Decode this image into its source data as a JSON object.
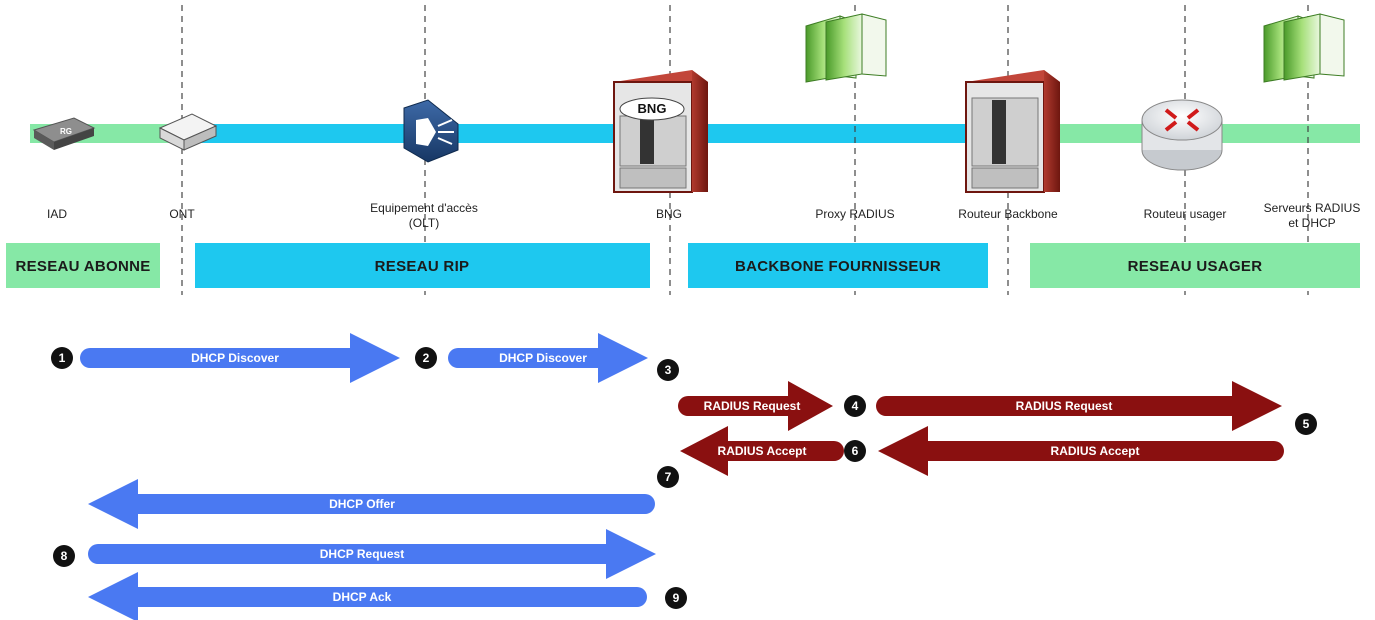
{
  "colors": {
    "green_line": "#86e8a6",
    "blue_line": "#1ec8ef",
    "blue_arrow": "#4a79f2",
    "red_arrow": "#8a1010",
    "zone_green": "#86e8a6",
    "zone_blue": "#1ec8ef",
    "step_circle": "#111111",
    "divider": "#444444"
  },
  "nodes": {
    "iad": "IAD",
    "ont": "ONT",
    "olt_line1": "Equipement d'accès",
    "olt_line2": "(OLT)",
    "bng": "BNG",
    "proxy_radius": "Proxy RADIUS",
    "routeur_backbone": "Routeur Backbone",
    "routeur_usager": "Routeur usager",
    "serveurs_line1": "Serveurs RADIUS",
    "serveurs_line2": "et DHCP",
    "bng_badge": "BNG",
    "iad_badge": "RG"
  },
  "zones": {
    "abonne": "RESEAU ABONNE",
    "rip": "RESEAU RIP",
    "backbone": "BACKBONE FOURNISSEUR",
    "usager": "RESEAU USAGER"
  },
  "steps": {
    "s1": "1",
    "s2": "2",
    "s3": "3",
    "s4": "4",
    "s5": "5",
    "s6": "6",
    "s7": "7",
    "s8": "8",
    "s9": "9"
  },
  "messages": {
    "dhcp_discover_1": "DHCP Discover",
    "dhcp_discover_2": "DHCP Discover",
    "radius_request_1": "RADIUS Request",
    "radius_request_2": "RADIUS Request",
    "radius_accept_1": "RADIUS Accept",
    "radius_accept_2": "RADIUS Accept",
    "dhcp_offer": "DHCP Offer",
    "dhcp_request": "DHCP Request",
    "dhcp_ack": "DHCP Ack"
  }
}
